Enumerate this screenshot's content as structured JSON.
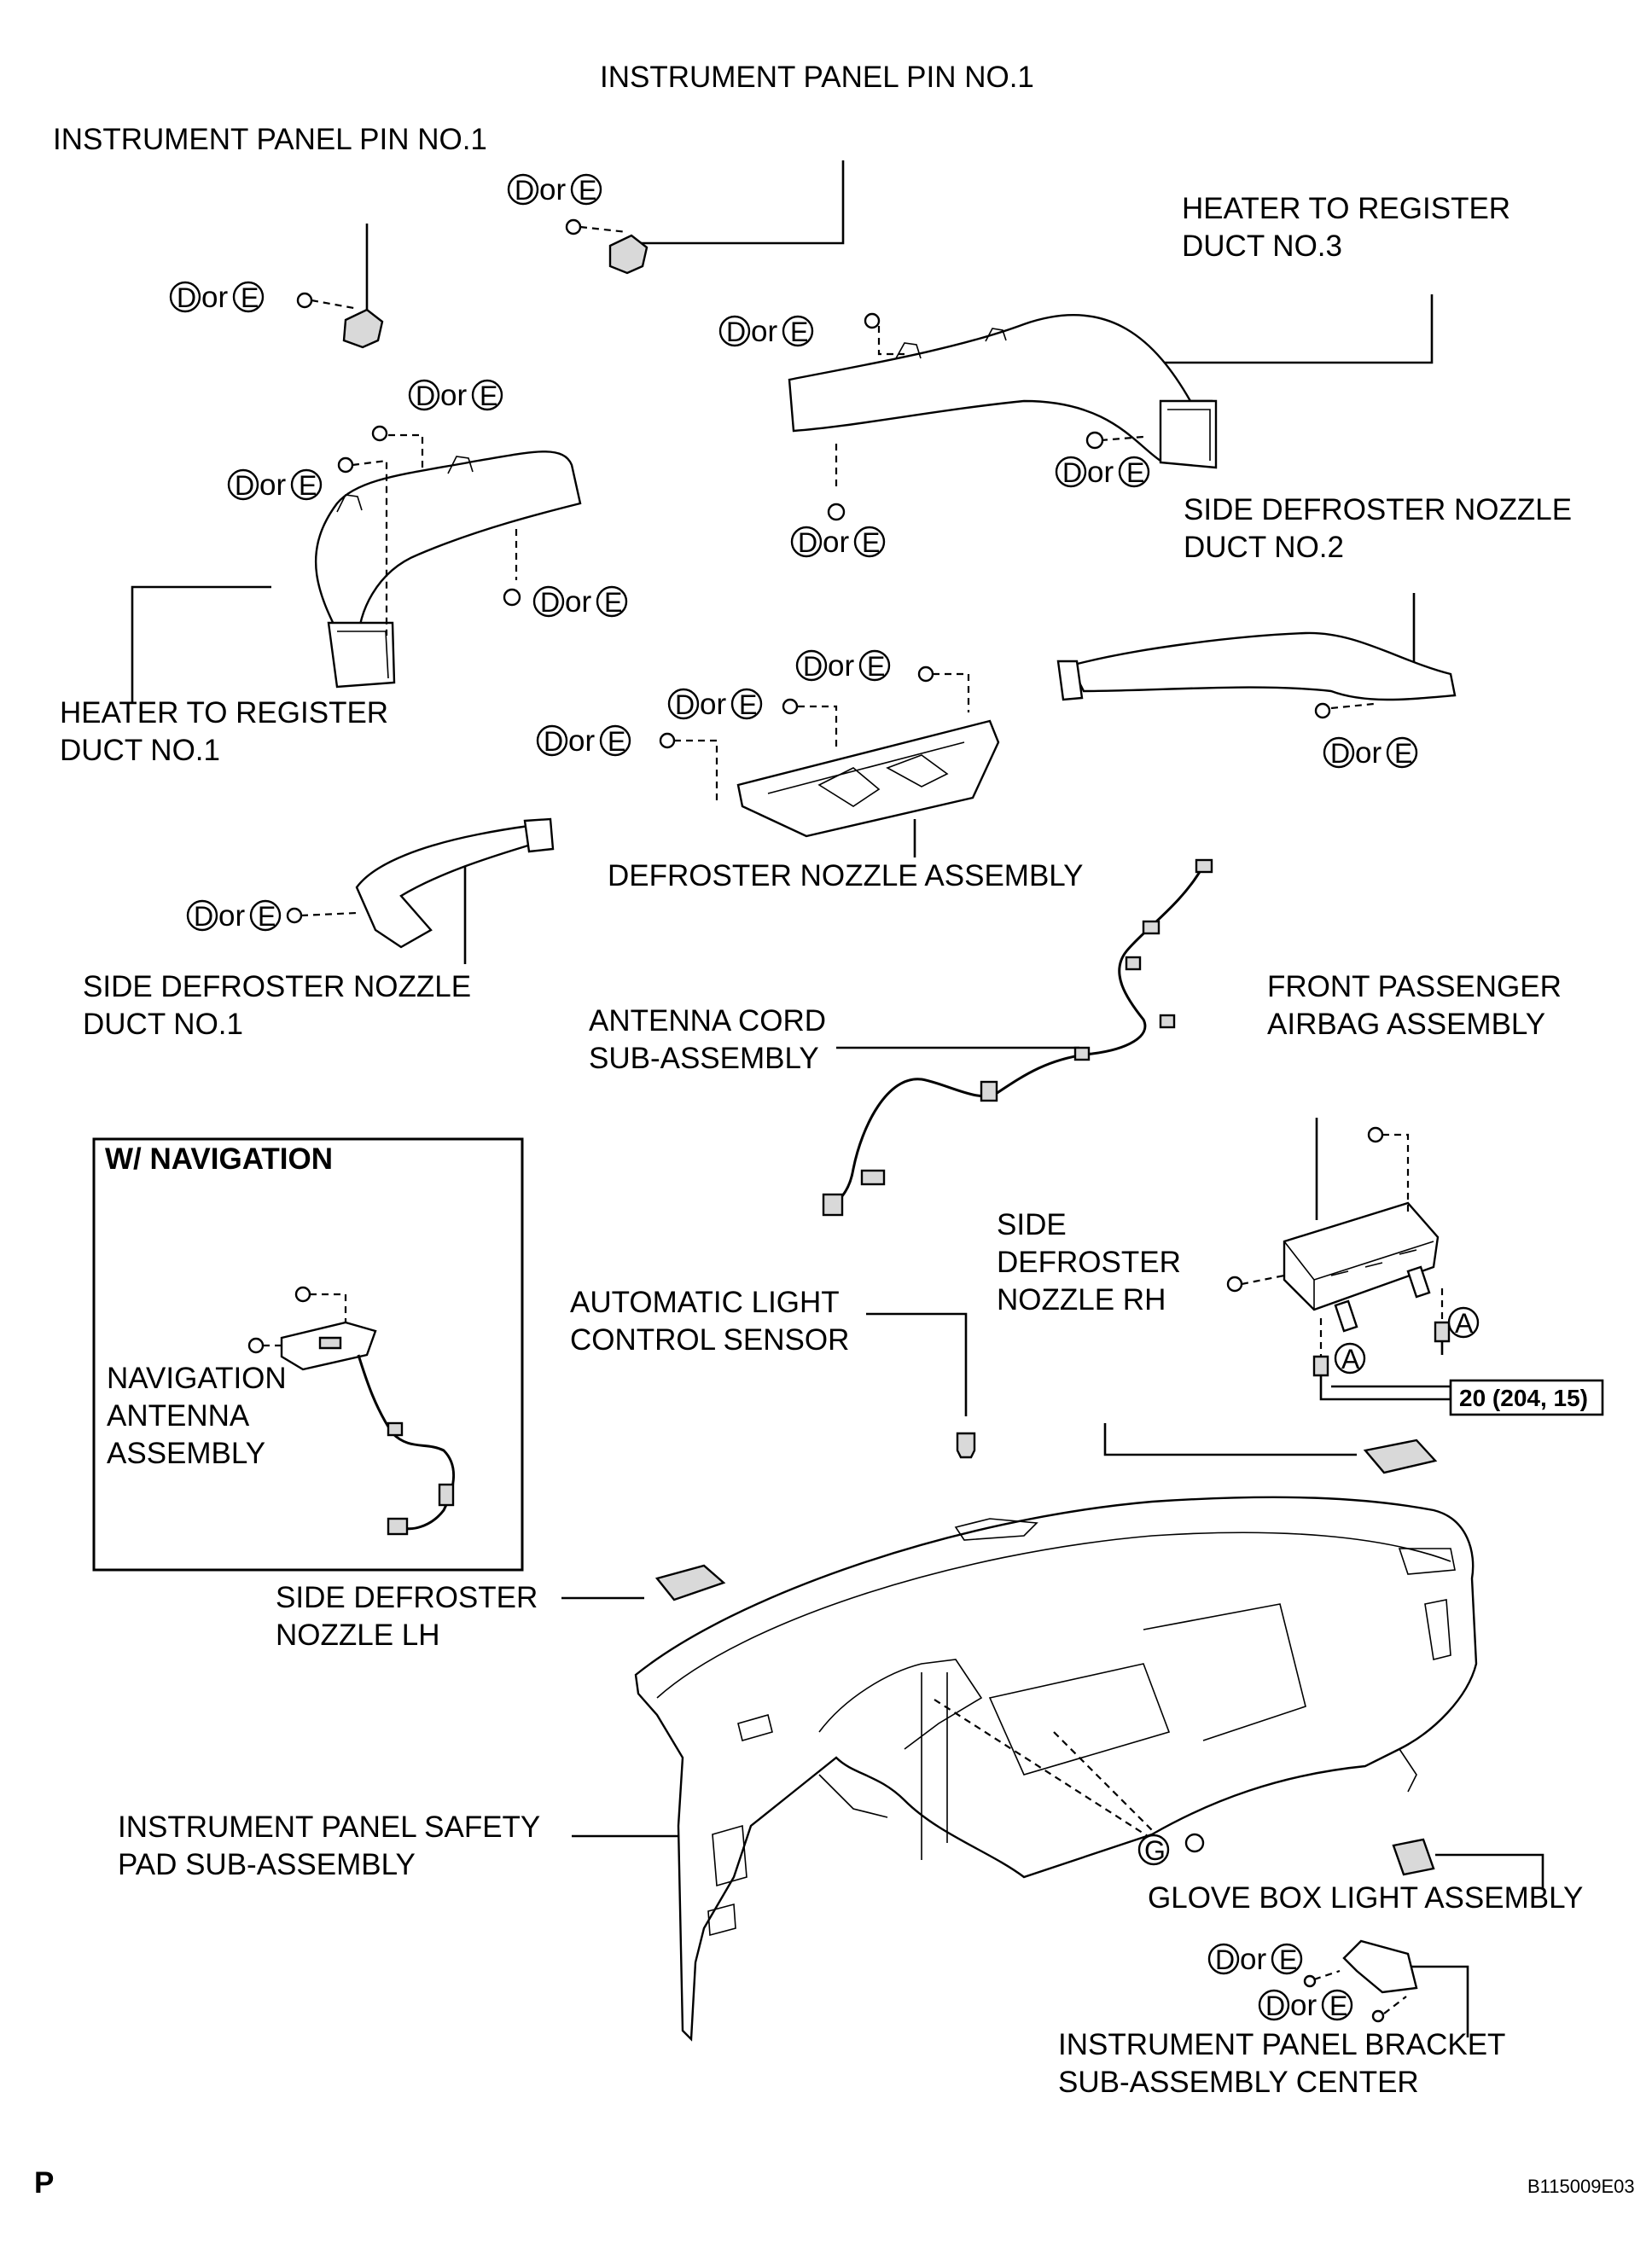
{
  "labels": {
    "pin_top": "INSTRUMENT PANEL PIN NO.1",
    "pin_left": "INSTRUMENT PANEL PIN NO.1",
    "heater_duct3_l1": "HEATER TO REGISTER",
    "heater_duct3_l2": "DUCT NO.3",
    "side_def_duct2_l1": "SIDE DEFROSTER NOZZLE",
    "side_def_duct2_l2": "DUCT NO.2",
    "heater_duct1_l1": "HEATER TO REGISTER",
    "heater_duct1_l2": "DUCT NO.1",
    "defroster_nozzle": "DEFROSTER NOZZLE ASSEMBLY",
    "side_def_duct1_l1": "SIDE DEFROSTER NOZZLE",
    "side_def_duct1_l2": "DUCT NO.1",
    "antenna_cord_l1": "ANTENNA CORD",
    "antenna_cord_l2": "SUB-ASSEMBLY",
    "airbag_l1": "FRONT PASSENGER",
    "airbag_l2": "AIRBAG ASSEMBLY",
    "nav_box_title": "W/ NAVIGATION",
    "nav_ant_l1": "NAVIGATION",
    "nav_ant_l2": "ANTENNA",
    "nav_ant_l3": "ASSEMBLY",
    "side_def_rh_l1": "SIDE",
    "side_def_rh_l2": "DEFROSTER",
    "side_def_rh_l3": "NOZZLE RH",
    "auto_light_l1": "AUTOMATIC LIGHT",
    "auto_light_l2": "CONTROL SENSOR",
    "torque": "20 (204, 15)",
    "side_def_lh_l1": "SIDE DEFROSTER",
    "side_def_lh_l2": "NOZZLE LH",
    "safety_pad_l1": "INSTRUMENT PANEL SAFETY",
    "safety_pad_l2": "PAD SUB-ASSEMBLY",
    "glove_light": "GLOVE BOX LIGHT ASSEMBLY",
    "bracket_l1": "INSTRUMENT PANEL BRACKET",
    "bracket_l2": "SUB-ASSEMBLY CENTER",
    "page_letter": "P",
    "figure_code": "B115009E03"
  },
  "fastener_codes": {
    "d": "D",
    "e": "E",
    "or": "or",
    "a": "A",
    "g": "G"
  }
}
